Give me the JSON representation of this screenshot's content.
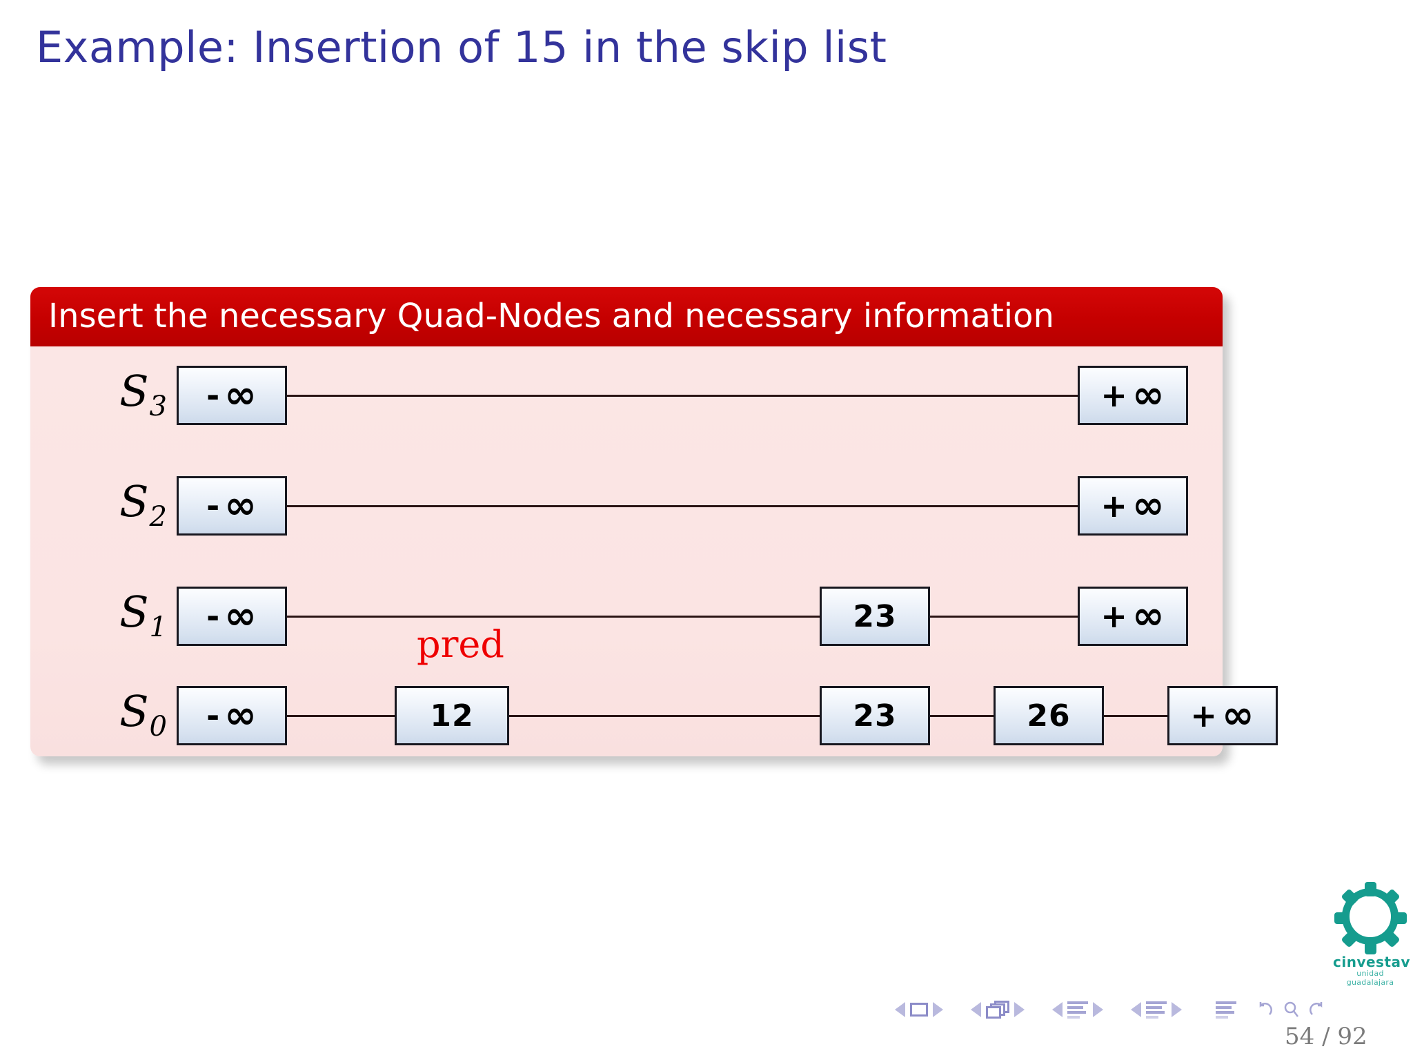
{
  "slide": {
    "title": "Example:  Insertion of 15 in the skip list",
    "title_color": "#33339b",
    "page_number": "54 / 92"
  },
  "block": {
    "title": "Insert the necessary Quad-Nodes and necessary information",
    "header_color": "#c50000",
    "body_color": "#fbe5e4"
  },
  "diagram": {
    "pred_label": "pred",
    "pred_label_color": "#ee0000",
    "node_fill": "#dfe8f4",
    "node_border": "#17171f",
    "levels": [
      {
        "label": "S",
        "subscript": "3",
        "nodes": [
          {
            "sign": "-",
            "value": "∞"
          },
          {
            "sign": "+",
            "value": "∞"
          }
        ]
      },
      {
        "label": "S",
        "subscript": "2",
        "nodes": [
          {
            "sign": "-",
            "value": "∞"
          },
          {
            "sign": "+",
            "value": "∞"
          }
        ]
      },
      {
        "label": "S",
        "subscript": "1",
        "nodes": [
          {
            "sign": "-",
            "value": "∞"
          },
          {
            "sign": "",
            "value": "23"
          },
          {
            "sign": "+",
            "value": "∞"
          }
        ]
      },
      {
        "label": "S",
        "subscript": "0",
        "nodes": [
          {
            "sign": "-",
            "value": "∞"
          },
          {
            "sign": "",
            "value": "12"
          },
          {
            "sign": "",
            "value": "23"
          },
          {
            "sign": "",
            "value": "26"
          },
          {
            "sign": "+",
            "value": "∞"
          }
        ]
      }
    ]
  },
  "logo": {
    "name": "cinvestav",
    "unit": "unidad guadalajara",
    "color": "#159c8e"
  },
  "navigation": {
    "icons": [
      "slide-prev-icon",
      "slide-icon",
      "slide-next-icon",
      "frame-prev-icon",
      "frame-icon",
      "frame-next-icon",
      "subsection-prev-icon",
      "subsection-icon",
      "subsection-next-icon",
      "section-prev-icon",
      "section-icon",
      "section-next-icon",
      "toc-icon",
      "back-icon",
      "search-icon",
      "forward-icon"
    ]
  }
}
